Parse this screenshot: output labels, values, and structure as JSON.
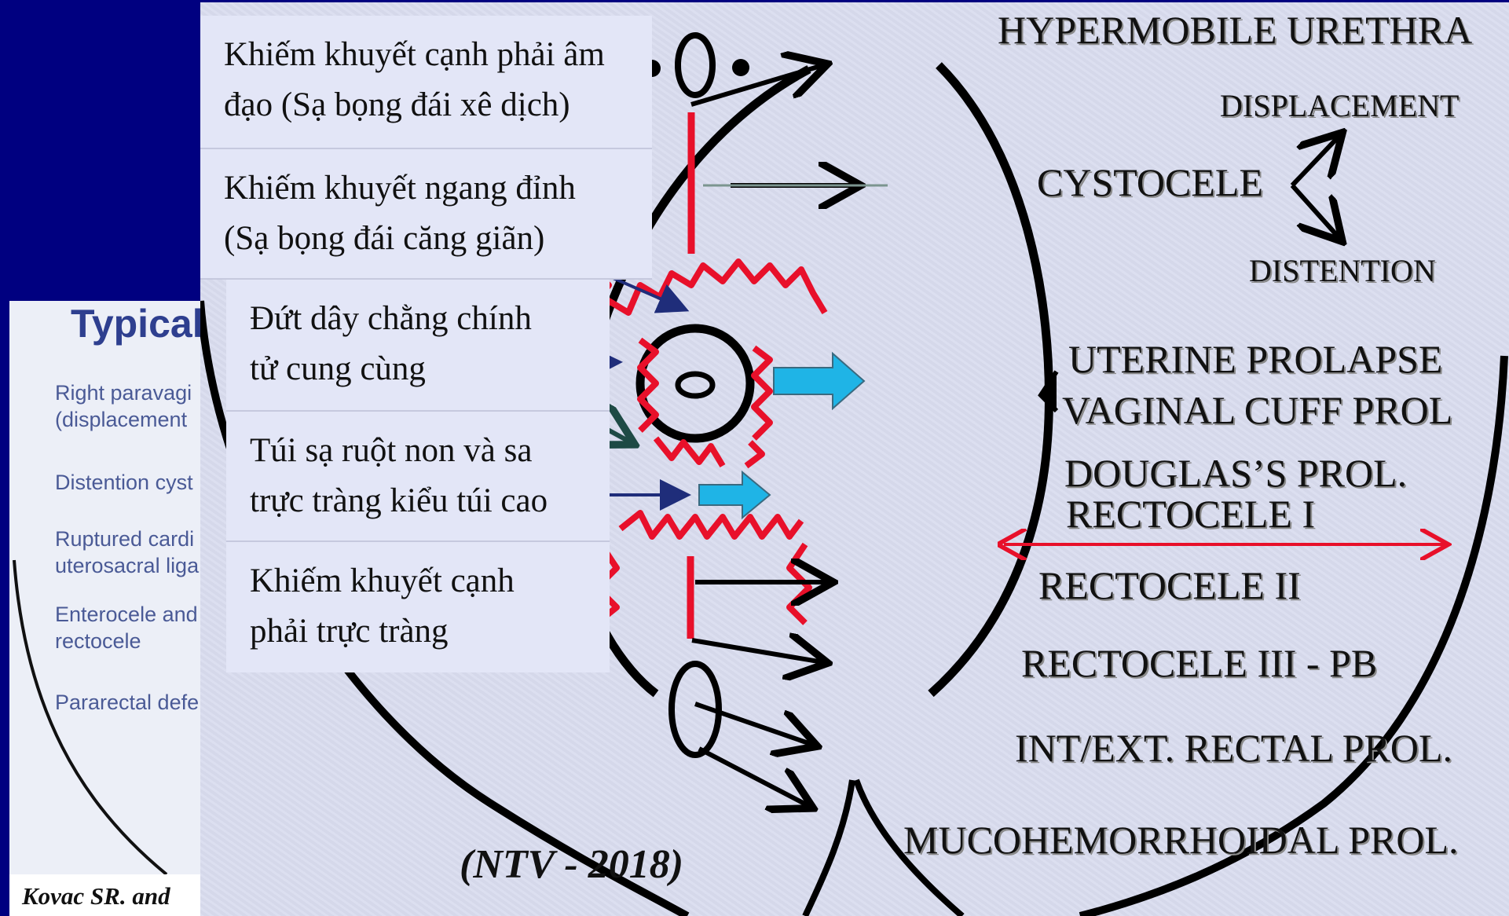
{
  "background_slide": {
    "title": "Typical p",
    "rows": [
      "Right paravagi",
      "(displacement",
      "Distention cyst",
      "Ruptured cardi",
      "uterosacral liga",
      "Enterocele and",
      "rectocele",
      "Pararectal defe"
    ],
    "citation": "Kovac SR. and"
  },
  "vietnamese_labels": [
    {
      "line1": "Khiếm khuyết cạnh phải âm",
      "line2": "đạo    (Sạ bọng đái xê dịch)"
    },
    {
      "line1": "Khiếm khuyết ngang đỉnh",
      "line2": "(Sạ bọng đái căng giãn)"
    },
    {
      "line1": "Đứt dây chằng chính",
      "line2": "tử cung cùng"
    },
    {
      "line1": "Túi sạ ruột non và sa",
      "line2": "trực tràng kiểu túi cao"
    },
    {
      "line1": "Khiếm khuyết cạnh",
      "line2": "phải trực tràng"
    }
  ],
  "english_labels": {
    "hypermobile": "HYPERMOBILE URETHRA",
    "displacement": "DISPLACEMENT",
    "cystocele": "CYSTOCELE",
    "distention": "DISTENTION",
    "uterine": "UTERINE PROLAPSE",
    "vaginal": "VAGINAL CUFF PROL",
    "douglas": "DOUGLAS’S PROL.",
    "rectocele1": "RECTOCELE I",
    "rectocele2": "RECTOCELE II",
    "rectocele3": "RECTOCELE III - PB",
    "rectal": "INT/EXT. RECTAL PROL.",
    "mucohem": "MUCOHEMORRHOIDAL PROL."
  },
  "credit": "(NTV - 2018)",
  "colors": {
    "background": "#000080",
    "panel": "#d9dcef",
    "defect_zigzag": "#e8102a",
    "cyan_arrow": "#1fb4e6",
    "navy_arrow": "#1f2d7a"
  }
}
